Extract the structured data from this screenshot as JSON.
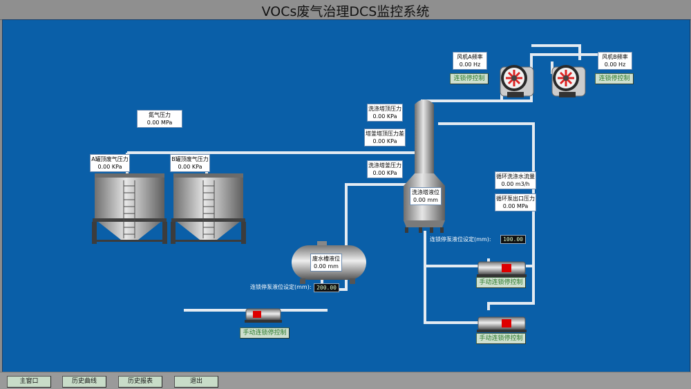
{
  "title": "VOCs废气治理DCS监控系统",
  "gauges": {
    "n2_pressure": {
      "label": "氮气压力",
      "value": "0.00 MPa"
    },
    "tank_a_pressure": {
      "label": "A罐顶废气压力",
      "value": "0.00 KPa"
    },
    "tank_b_pressure": {
      "label": "B罐顶废气压力",
      "value": "0.00 KPa"
    },
    "tower_top_pressure": {
      "label": "洗涤塔顶压力",
      "value": "0.00 KPa"
    },
    "tower_dp": {
      "label": "塔釜塔顶压力差",
      "value": "0.00 KPa"
    },
    "tower_bottom_pressure": {
      "label": "洗涤塔釜压力",
      "value": "0.00 KPa"
    },
    "tower_level": {
      "label": "洗涤塔液位",
      "value": "0.00 mm"
    },
    "wastewater_level": {
      "label": "废水槽液位",
      "value": "0.00 mm"
    },
    "circ_flow": {
      "label": "循环洗涤水流量",
      "value": "0.00 m3/h"
    },
    "circ_pump_pressure": {
      "label": "循环泵出口压力",
      "value": "0.00 MPa"
    },
    "fan_a_freq": {
      "label": "风机A频率",
      "value": "0.00 Hz"
    },
    "fan_b_freq": {
      "label": "风机B频率",
      "value": "0.00 Hz"
    }
  },
  "controls": {
    "fan_a_interlock": "连锁停控制",
    "fan_b_interlock": "连锁停控制",
    "pump1_manual": "手动连锁停控制",
    "pump2_manual": "手动连锁停控制",
    "pump3_manual": "手动连锁停控制"
  },
  "setpoints": {
    "tower_stop": {
      "label": "连锁停泵液位设定(mm):",
      "value": "100.00"
    },
    "tank_stop": {
      "label": "连锁停泵液位设定(mm):",
      "value": "200.00"
    }
  },
  "footer": {
    "main": "主窗口",
    "trend": "历史曲线",
    "report": "历史报表",
    "exit": "退出"
  },
  "colors": {
    "background": "#0a5fa8",
    "pipe": "#dfe6ee",
    "button_text": "#2c7a2c",
    "setpoint_text": "#d8f6c8"
  }
}
